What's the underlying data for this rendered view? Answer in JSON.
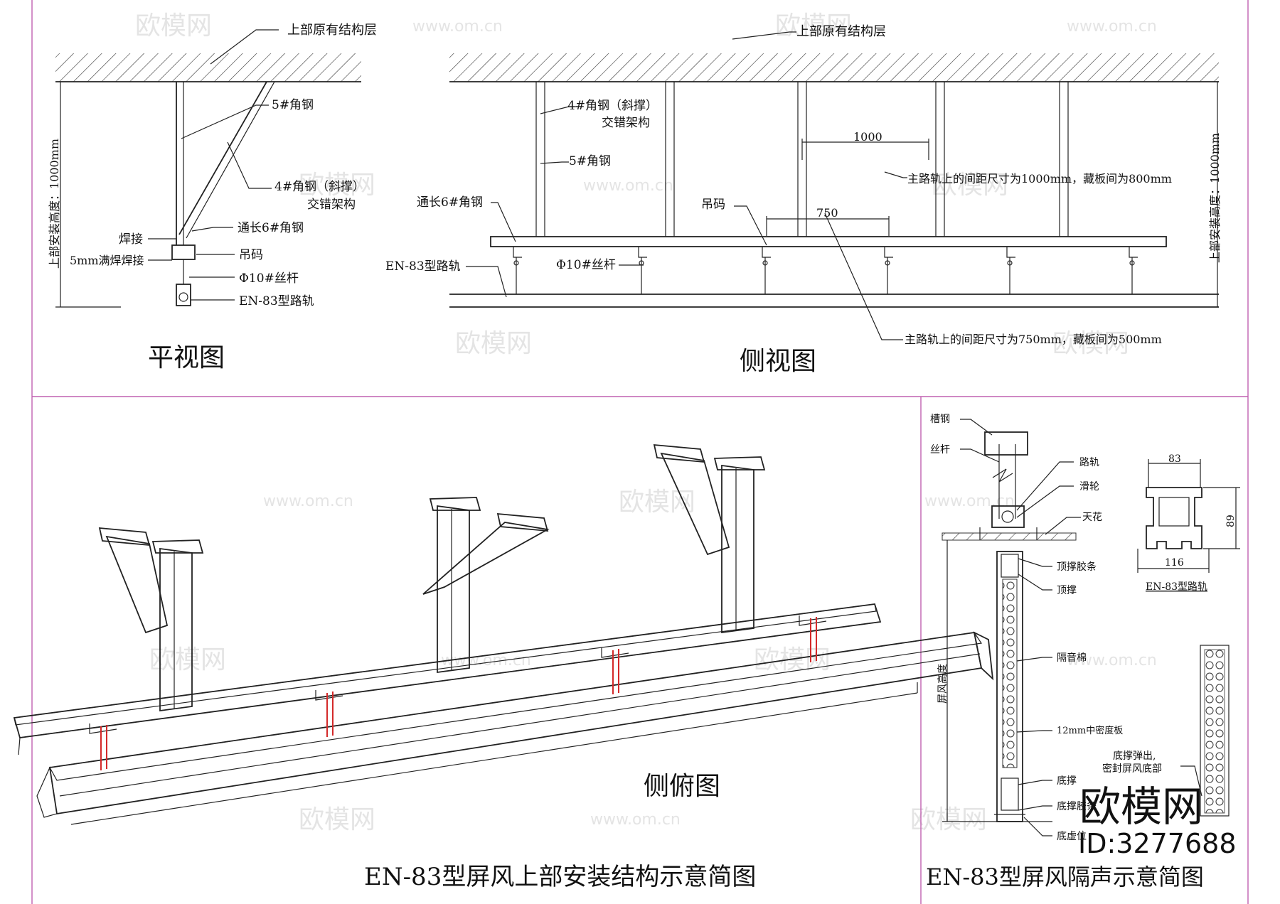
{
  "plan": {
    "title": "平视图",
    "top_layer": "上部原有结构层",
    "angle5": "5#角钢",
    "angle4_a": "4#角钢（斜撑）",
    "angle4_b": "交错架构",
    "weld": "焊接",
    "full_weld": "5mm满焊焊接",
    "angle6": "通长6#角钢",
    "hanger": "吊码",
    "rod": "Φ10#丝杆",
    "rail": "EN-83型路轨",
    "height": "上部安装高度：1000mm"
  },
  "side": {
    "title": "侧视图",
    "top_layer": "上部原有结构层",
    "angle4_a": "4#角钢（斜撑）",
    "angle4_b": "交错架构",
    "angle5": "5#角钢",
    "angle6": "通长6#角钢",
    "hanger": "吊码",
    "rod": "Φ10#丝杆",
    "rail": "EN-83型路轨",
    "dim1000": "1000",
    "dim750": "750",
    "note1000": "主路轨上的间距尺寸为1000mm，藏板间为800mm",
    "note750": "主路轨上的间距尺寸为750mm，藏板间为500mm",
    "height": "上部安装高度：1000mm"
  },
  "iso": {
    "title": "侧俯图",
    "caption": "EN-83型屏风上部安装结构示意简图"
  },
  "section": {
    "caption": "EN-83型屏风隔声示意简图",
    "channel": "槽钢",
    "rod": "丝杆",
    "rail": "路轨",
    "pulley": "滑轮",
    "ceiling": "天花",
    "top_strip": "顶撑胶条",
    "top_brace": "顶撑",
    "insulation": "隔音棉",
    "board": "12mm中密度板",
    "screen_height": "屏风高度",
    "pop_a": "底撑弹出,",
    "pop_b": "密封屏风底部",
    "bottom_brace": "底撑",
    "bottom_strip": "底撑胶条",
    "bottom_gap": "底虚位",
    "profile_label": "EN-83型路轨",
    "dim83": "83",
    "dim89": "89",
    "dim116": "116"
  },
  "watermark": {
    "brand": "欧模网",
    "site": "www.om.cn",
    "id": "ID:3277688"
  },
  "colors": {
    "frame": "#c060b0",
    "rod": "#d42a2a",
    "ink": "#111111"
  }
}
